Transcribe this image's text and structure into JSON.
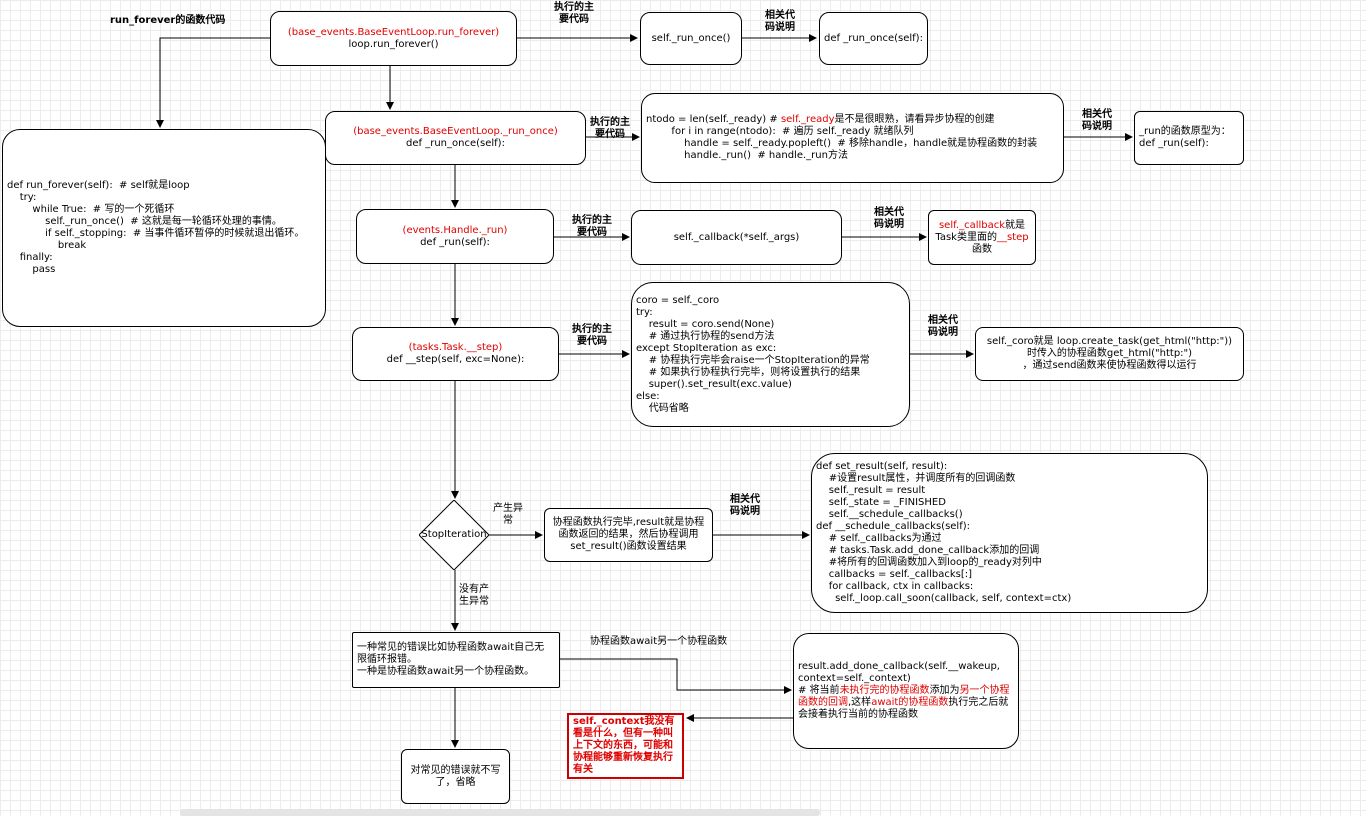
{
  "title_label": "run_forever的函数代码",
  "nodes": {
    "run_forever": {
      "ref": "(base_events.BaseEventLoop.run_forever)",
      "call": "loop.run_forever()"
    },
    "run_once_call": {
      "text": "self._run_once()"
    },
    "run_once_def_small": {
      "text": "def _run_once(self):"
    },
    "run_forever_code": {
      "lines": [
        "def run_forever(self):  # self就是loop",
        "    try:",
        "        while True:  # 写的一个死循环",
        "            self._run_once()  # 这就是每一轮循环处理的事情。",
        "            if self._stopping:  # 当事件循环暂停的时候就退出循环。",
        "                break",
        "    finally:",
        "        pass"
      ]
    },
    "run_once": {
      "ref": "(base_events.BaseEventLoop._run_once)",
      "call": "def _run_once(self):"
    },
    "run_once_code": {
      "lines": [
        {
          "a": "ntodo = len(self._ready) # ",
          "r": "self._ready",
          "b": "是不是很眼熟，请看异步协程的创建"
        },
        {
          "a": "        for i in range(ntodo):  # 遍历 self._ready 就绪队列",
          "r": "",
          "b": ""
        },
        {
          "a": "            handle = self._ready.popleft()  # 移除handle，handle就是协程函数的封装",
          "r": "",
          "b": ""
        },
        {
          "a": "            handle._run()  # handle._run方法",
          "r": "",
          "b": ""
        }
      ]
    },
    "run_prototype": {
      "lines": [
        "_run的函数原型为：",
        "def _run(self):"
      ]
    },
    "handle_run": {
      "ref": "(events.Handle._run)",
      "call": "def _run(self):"
    },
    "callback_call": {
      "text": "self._callback(*self._args)"
    },
    "callback_note": {
      "r1": "self._callback",
      "t1": "就是",
      "t2": "Task类里面的",
      "r2": "__step",
      "t3": "函数"
    },
    "task_step": {
      "ref": "(tasks.Task.__step)",
      "call": "def __step(self, exc=None):"
    },
    "step_code": {
      "lines": [
        "coro = self._coro",
        "try:",
        "    result = coro.send(None)",
        "    # 通过执行协程的send方法",
        "except StopIteration as exc:",
        "    # 协程执行完毕会raise一个StopIteration的异常",
        "    # 如果执行协程执行完毕，则将设置执行的结果",
        "    super().set_result(exc.value)",
        "else:",
        "    代码省略"
      ]
    },
    "coro_note": {
      "lines": [
        "self._coro就是 loop.create_task(get_html(\"http:\"))",
        "时传入的协程函数get_html(\"http:\")",
        "，通过send函数来使协程函数得以运行"
      ]
    },
    "stop_iteration": {
      "text": "StopIteration"
    },
    "result_note": {
      "lines": [
        "协程函数执行完毕,result就是协程",
        "函数返回的结果，然后协程调用",
        "set_result()函数设置结果"
      ]
    },
    "set_result_code": {
      "lines": [
        "def set_result(self, result):",
        "    #设置result属性，并调度所有的回调函数",
        "    self._result = result",
        "    self._state = _FINISHED",
        "    self.__schedule_callbacks()",
        "def __schedule_callbacks(self):",
        "    # self._callbacks为通过",
        "    # tasks.Task.add_done_callback添加的回调",
        "    #将所有的回调函数加入到loop的_ready对列中",
        "    callbacks = self._callbacks[:]",
        "    for callback, ctx in callbacks:",
        "      self._loop.call_soon(callback, self, context=ctx)"
      ]
    },
    "common_error": {
      "lines": [
        "一种常见的错误比如协程函数await自己无",
        "限循环报错。",
        "一种是协程函数await另一个协程函数。"
      ]
    },
    "wakeup": {
      "l1": "result.add_done_callback(self.__wakeup,",
      "l2": "context=self._context)",
      "p1": "# 将当前",
      "r1": "未执行完的协程函数",
      "p2": "添加为",
      "r2": "另一个协程函数的回调",
      "p3": ",这样",
      "r3": "await的协程函数",
      "p4": "执行完之后就会接着执行当前的协程函数"
    },
    "context_note": {
      "text": "self._context我没有看是什么，但有一种叫上下文的东西，可能和协程能够重新恢复执行有关"
    },
    "skip_errors": {
      "lines": [
        "对常见的错误就不写",
        "了，省略"
      ]
    }
  },
  "edge_labels": {
    "exec_main_1": "执行的主\n要代码",
    "related_1": "相关代\n码说明",
    "exec_main_2": "执行的主\n要代码",
    "related_2": "相关代\n码说明",
    "exec_main_3": "执行的主\n要代码",
    "related_3": "相关代\n码说明",
    "exec_main_4": "执行的主\n要代码",
    "related_4": "相关代\n码说明",
    "raise_exc": "产生异\n常",
    "related_5": "相关代\n码说明",
    "no_exc": "没有产\n生异常",
    "await_another": "协程函数await另一个协程函数"
  },
  "colors": {
    "accent_red": "#e00000",
    "border": "#000000",
    "note_border": "#cc0000"
  }
}
